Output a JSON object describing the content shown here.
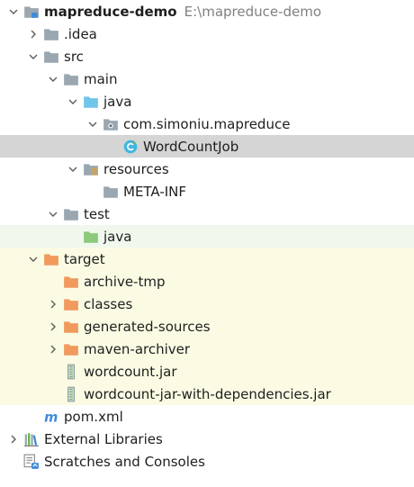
{
  "tree": [
    {
      "id": "root",
      "label": "mapreduce-demo",
      "path": "E:\\mapreduce-demo",
      "level": 0,
      "expanded": true,
      "icon": "module-folder-icon",
      "bold": true
    },
    {
      "id": "idea",
      "label": ".idea",
      "level": 1,
      "expanded": false,
      "icon": "folder-icon"
    },
    {
      "id": "src",
      "label": "src",
      "level": 1,
      "expanded": true,
      "icon": "folder-icon"
    },
    {
      "id": "main",
      "label": "main",
      "level": 2,
      "expanded": true,
      "icon": "folder-icon"
    },
    {
      "id": "java-main",
      "label": "java",
      "level": 3,
      "expanded": true,
      "icon": "source-folder-icon"
    },
    {
      "id": "package",
      "label": "com.simoniu.mapreduce",
      "level": 4,
      "expanded": true,
      "icon": "package-icon"
    },
    {
      "id": "wordcountjob",
      "label": "WordCountJob",
      "level": 5,
      "leaf": true,
      "icon": "java-class-icon",
      "selected": true
    },
    {
      "id": "resources",
      "label": "resources",
      "level": 3,
      "expanded": true,
      "icon": "resources-folder-icon"
    },
    {
      "id": "meta-inf",
      "label": "META-INF",
      "level": 4,
      "leaf": true,
      "icon": "folder-icon"
    },
    {
      "id": "test",
      "label": "test",
      "level": 2,
      "expanded": true,
      "icon": "folder-icon"
    },
    {
      "id": "java-test",
      "label": "java",
      "level": 3,
      "leaf": true,
      "icon": "test-folder-icon",
      "bg": "test"
    },
    {
      "id": "target",
      "label": "target",
      "level": 1,
      "expanded": true,
      "icon": "excluded-folder-icon",
      "bg": "excluded"
    },
    {
      "id": "archive-tmp",
      "label": "archive-tmp",
      "level": 2,
      "leaf": true,
      "icon": "excluded-folder-icon",
      "bg": "excluded"
    },
    {
      "id": "classes",
      "label": "classes",
      "level": 2,
      "expanded": false,
      "icon": "excluded-folder-icon",
      "bg": "excluded"
    },
    {
      "id": "generated-sources",
      "label": "generated-sources",
      "level": 2,
      "expanded": false,
      "icon": "excluded-folder-icon",
      "bg": "excluded"
    },
    {
      "id": "maven-archiver",
      "label": "maven-archiver",
      "level": 2,
      "expanded": false,
      "icon": "excluded-folder-icon",
      "bg": "excluded"
    },
    {
      "id": "wordcount-jar",
      "label": "wordcount.jar",
      "level": 2,
      "leaf": true,
      "icon": "jar-icon",
      "bg": "excluded"
    },
    {
      "id": "wordcount-jar-deps",
      "label": "wordcount-jar-with-dependencies.jar",
      "level": 2,
      "leaf": true,
      "icon": "jar-icon",
      "bg": "excluded"
    },
    {
      "id": "pom",
      "label": "pom.xml",
      "level": 1,
      "leaf": true,
      "icon": "maven-icon"
    },
    {
      "id": "external-libraries",
      "label": "External Libraries",
      "level": 0,
      "expanded": false,
      "icon": "libraries-icon"
    },
    {
      "id": "scratches",
      "label": "Scratches and Consoles",
      "level": 0,
      "leaf": true,
      "icon": "scratches-icon"
    }
  ],
  "colors": {
    "folder": "#9aa7b0",
    "source_folder": "#70c6ea",
    "test_folder": "#8cc97a",
    "excluded_folder": "#f09a5e",
    "selected_row": "#d5d5d5",
    "excluded_row": "#fbfbe4",
    "test_row": "#f0f8ee"
  }
}
